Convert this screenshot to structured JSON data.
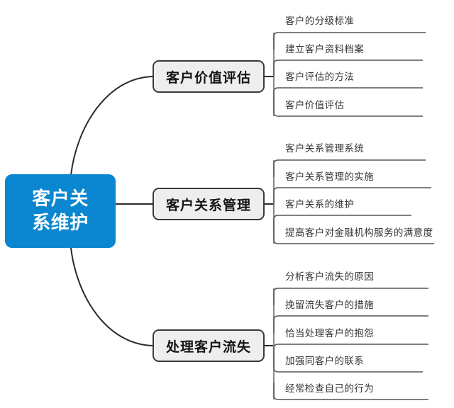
{
  "diagram": {
    "type": "mind-map",
    "title": "客户关系维护",
    "root": {
      "label": "客户关\n系维护",
      "color": "#0a87d0",
      "text_color": "#ffffff"
    },
    "branch_color": "#eeeeee",
    "branch_border_color": "#3a3a3a",
    "connector_color": "#2b2b2b",
    "leaf_line_color": "#555555",
    "branches": [
      {
        "label": "客户价值评估",
        "leaves": [
          "客户的分级标准",
          "建立客户资料档案",
          "客户评估的方法",
          "客户价值评估"
        ]
      },
      {
        "label": "客户关系管理",
        "leaves": [
          "客户关系管理系统",
          "客户关系管理的实施",
          "客户关系的维护",
          "提高客户对金融机构服务的满意度"
        ]
      },
      {
        "label": "处理客户流失",
        "leaves": [
          "分析客户流失的原因",
          "挽留流失客户的措施",
          "恰当处理客户的抱怨",
          "加强同客户的联系",
          "经常检查自己的行为"
        ]
      }
    ]
  }
}
